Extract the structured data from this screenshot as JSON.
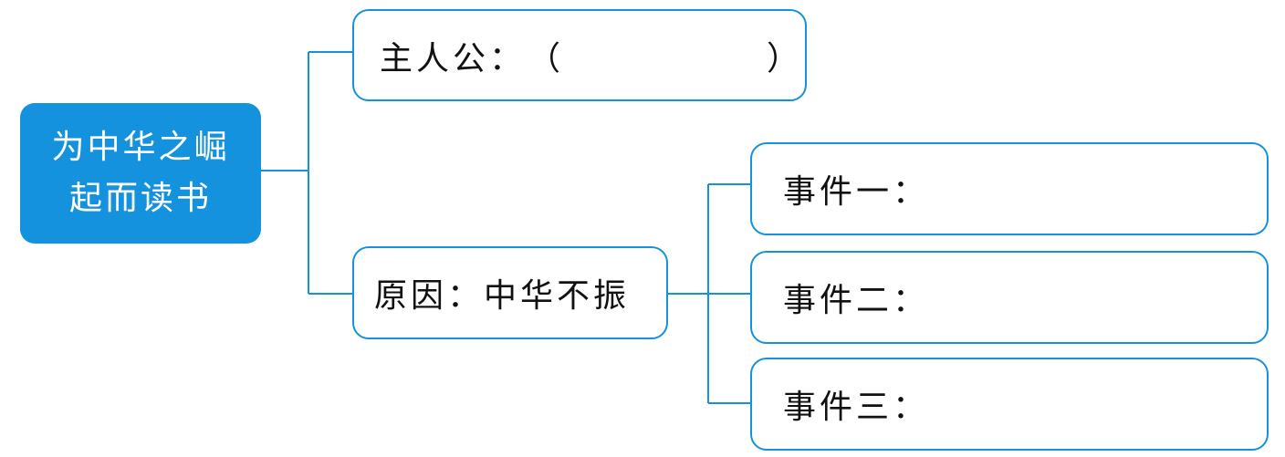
{
  "root": {
    "line1": "为中华之崛",
    "line2": "起而读书"
  },
  "protagonist": {
    "label": "主人公：",
    "open_paren": "（",
    "close_paren": "）"
  },
  "reason": {
    "label": "原因：中华不振"
  },
  "events": [
    {
      "label": "事件一："
    },
    {
      "label": "事件二："
    },
    {
      "label": "事件三："
    }
  ],
  "colors": {
    "accent": "#1592dd",
    "root_text": "#ffffff",
    "node_text": "#111111"
  }
}
